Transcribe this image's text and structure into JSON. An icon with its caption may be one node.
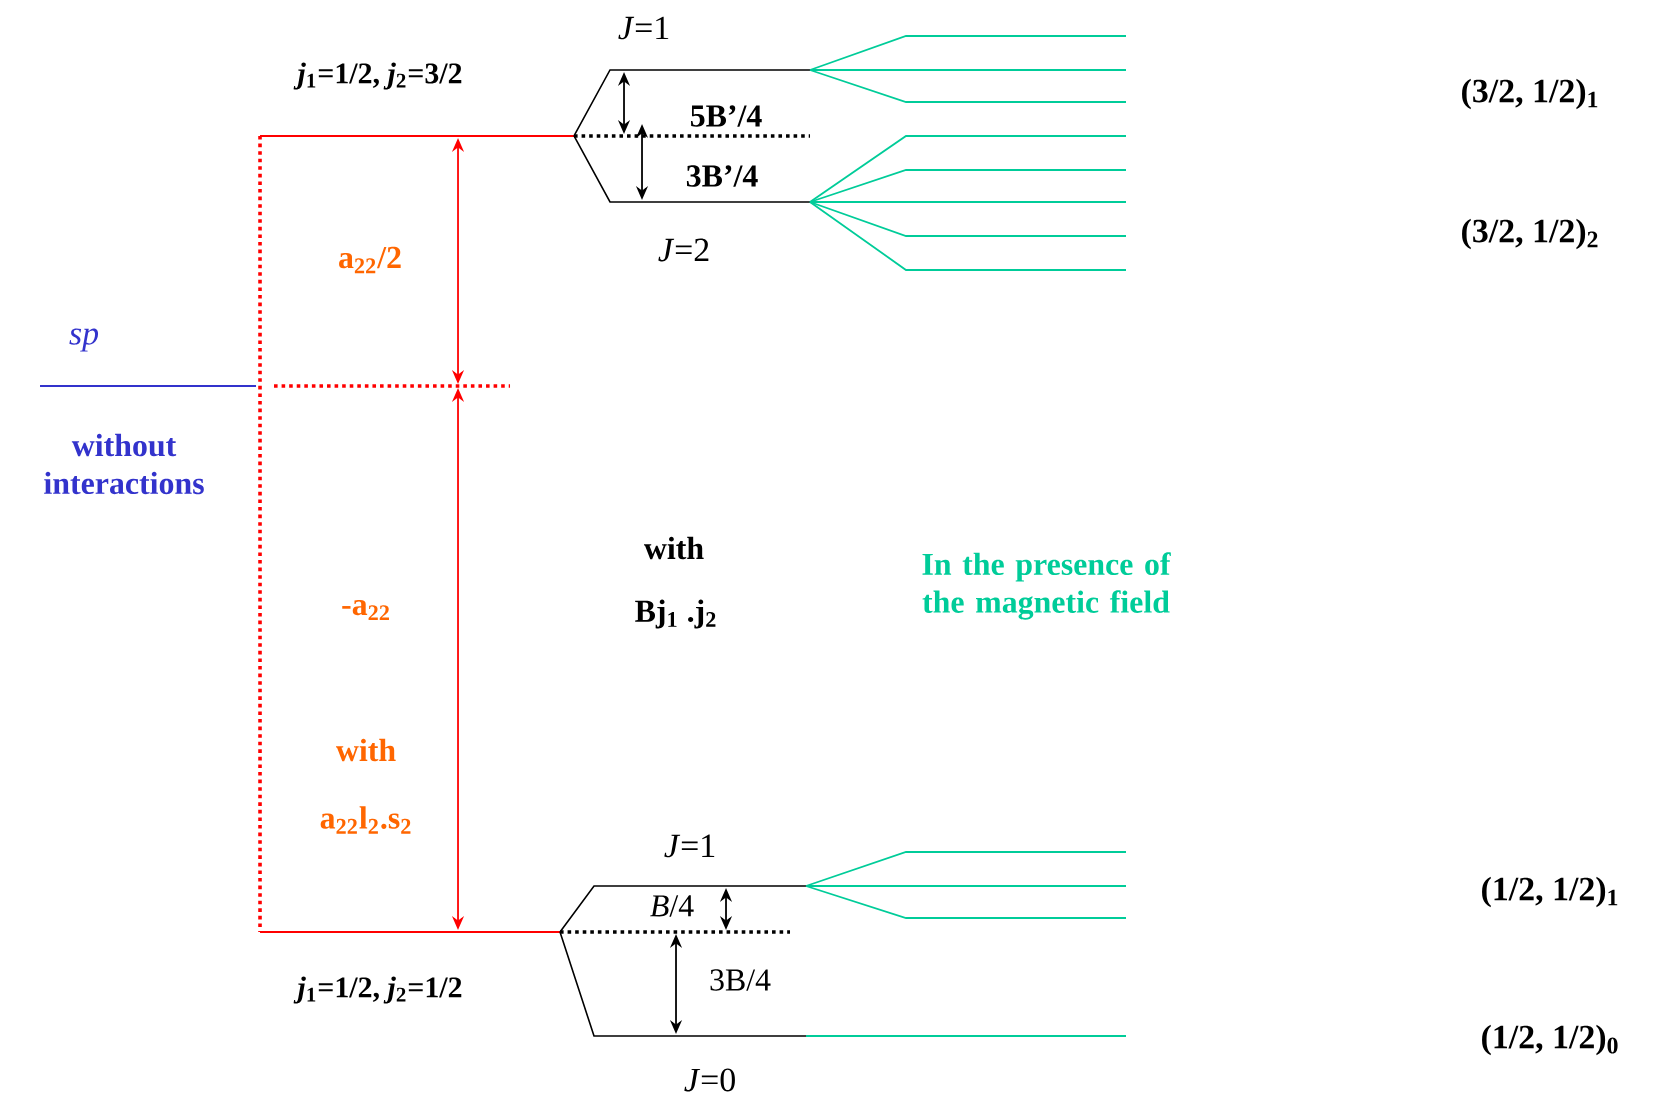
{
  "diagram": {
    "labels": [
      "*J*=1",
      "*j*$_{1}$=1/2, *j*$_{2}$=3/2",
      "5B’/4",
      "3B’/4",
      "(3/2, 1/2)$_{1}$",
      "*J*=2",
      "(3/2, 1/2)$_{2}$",
      "a$_{22}$/2",
      "sp",
      "without interactions",
      "with",
      "Bj$_{1}$ .j$_{2}$",
      "In the presence of the magnetic field",
      "-a$_{22}$",
      "with",
      "a$_{22}$l$_{2}$.s$_{2}$",
      "*J*=1",
      "*B*/4",
      "(1/2, 1/2)$_{1}$",
      "*j*$_{1}$=1/2, *j*$_{2}$=1/2",
      "3B/4",
      "(1/2, 1/2)$_{0}$",
      "*J*=0"
    ]
  }
}
